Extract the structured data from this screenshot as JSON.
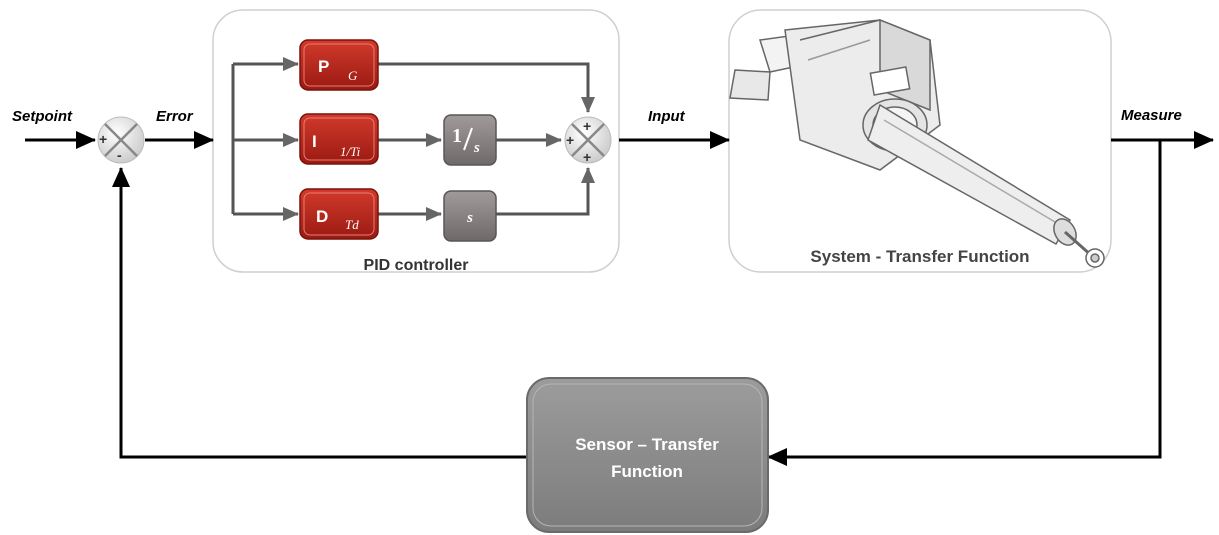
{
  "signals": {
    "setpoint": "Setpoint",
    "error": "Error",
    "input": "Input",
    "measure": "Measure"
  },
  "pid": {
    "title": "PID controller",
    "p": {
      "letter": "P",
      "param": "G"
    },
    "i": {
      "letter": "I",
      "param": "1/Ti"
    },
    "d": {
      "letter": "D",
      "param": "Td"
    },
    "integrator": {
      "num": "1",
      "den": "s"
    },
    "differentiator": {
      "label": "s"
    }
  },
  "system": {
    "title": "System - Transfer Function",
    "image": "linear-actuator"
  },
  "sensor": {
    "line1": "Sensor – Transfer",
    "line2": "Function"
  },
  "summing1": {
    "signs": [
      "+",
      "-"
    ]
  },
  "summing2": {
    "signs": [
      "+",
      "+",
      "+"
    ]
  },
  "colors": {
    "red_block": "#b8231a",
    "grey_block": "#8a8584",
    "sensor_block": "#8c8c8c",
    "lines": "#000000",
    "inner_lines": "#555555"
  }
}
